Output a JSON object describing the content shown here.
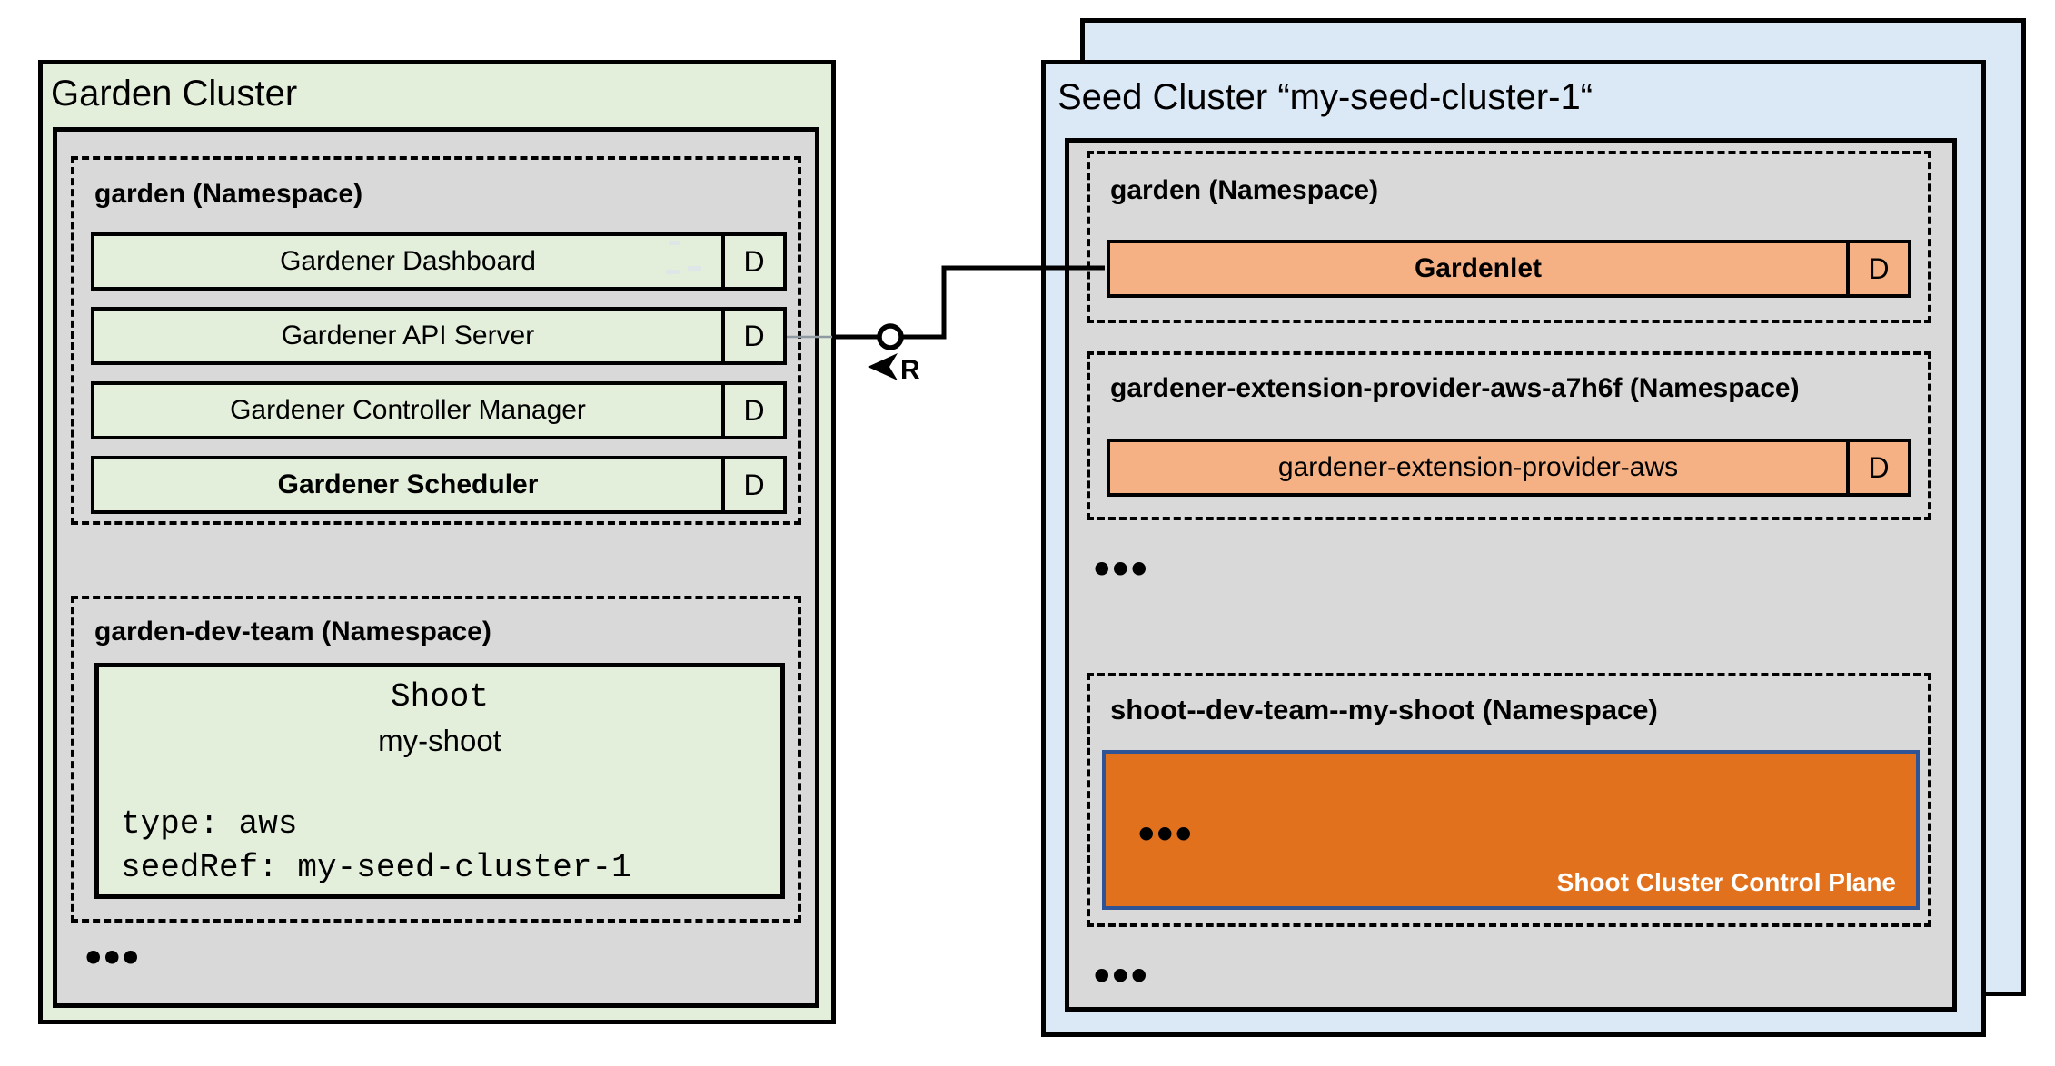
{
  "colors": {
    "garden_bg": "#e3efdb",
    "inner_gray": "#d9d9d9",
    "seed_bg": "#dbe9f6",
    "component_orange": "#f5b183",
    "control_plane_fill": "#e2711d",
    "control_plane_border": "#2f5496"
  },
  "garden_cluster": {
    "title": "Garden Cluster",
    "namespace_garden": {
      "title": "garden (Namespace)",
      "rows": [
        {
          "label": "Gardener Dashboard",
          "badge": "D"
        },
        {
          "label": "Gardener API Server",
          "badge": "D"
        },
        {
          "label": "Gardener Controller Manager",
          "badge": "D"
        },
        {
          "label": "Gardener Scheduler",
          "badge": "D"
        }
      ]
    },
    "namespace_dev_team": {
      "title": "garden-dev-team (Namespace)",
      "shoot_card": {
        "kind": "Shoot",
        "name": "my-shoot",
        "spec_line1": "type: aws",
        "spec_line2": "seedRef: my-seed-cluster-1"
      }
    },
    "ellipsis": "•••"
  },
  "seed_cluster": {
    "title": "Seed Cluster “my-seed-cluster-1“",
    "namespace_garden": {
      "title": "garden (Namespace)",
      "row": {
        "label": "Gardenlet",
        "badge": "D"
      }
    },
    "namespace_extension": {
      "title": "gardener-extension-provider-aws-a7h6f (Namespace)",
      "row": {
        "label": "gardener-extension-provider-aws",
        "badge": "D"
      }
    },
    "ellipsis_1": "•••",
    "namespace_shoot": {
      "title": "shoot--dev-team--my-shoot (Namespace)",
      "control_plane": {
        "ellipsis": "•••",
        "label": "Shoot Cluster Control Plane"
      }
    },
    "ellipsis_2": "•••"
  },
  "connector": {
    "label": "R"
  }
}
